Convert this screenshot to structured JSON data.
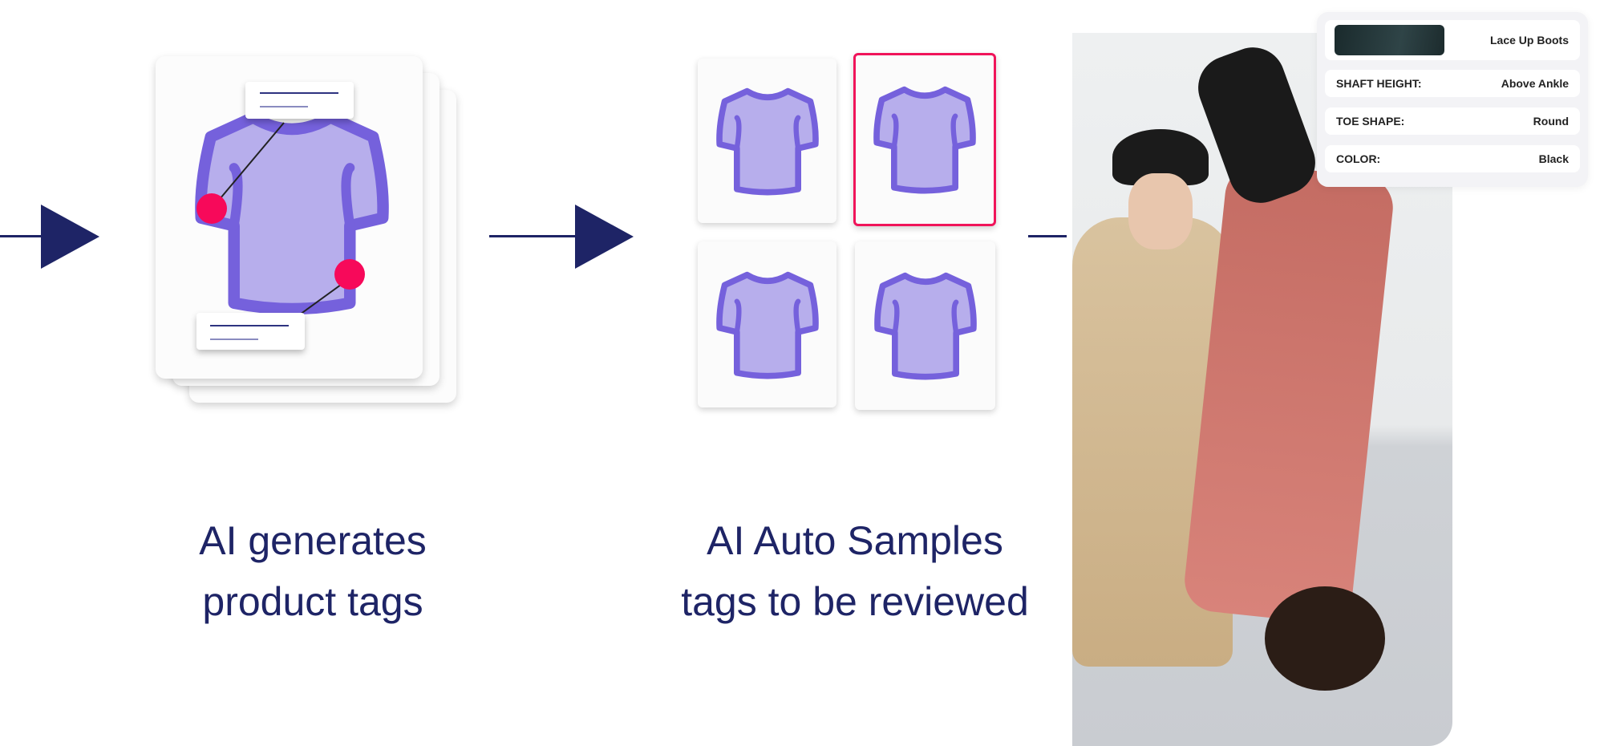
{
  "steps": [
    {
      "caption_line1": "AI generates",
      "caption_line2": "product tags"
    },
    {
      "caption_line1": "AI Auto Samples",
      "caption_line2": "tags to be reviewed"
    }
  ],
  "colors": {
    "navy": "#1e2466",
    "accent_pink": "#f0145a",
    "shirt_fill": "#b7aeec",
    "shirt_stroke": "#7561dc"
  },
  "tag_panel": {
    "product_name": "Lace Up Boots",
    "attributes": [
      {
        "label": "SHAFT HEIGHT:",
        "value": "Above Ankle"
      },
      {
        "label": "TOE SHAPE:",
        "value": "Round"
      },
      {
        "label": "COLOR:",
        "value": "Black"
      }
    ]
  }
}
